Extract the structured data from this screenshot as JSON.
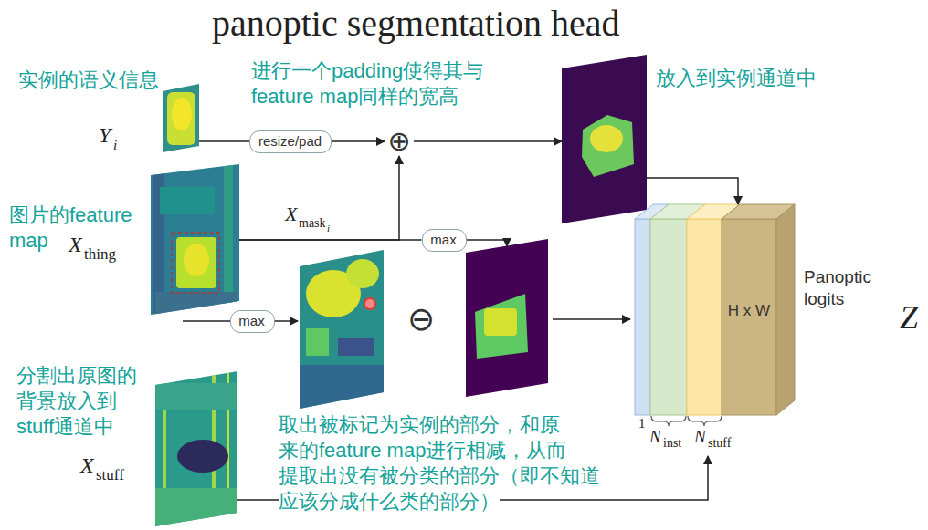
{
  "diagram": {
    "title": "panoptic segmentation head",
    "nodes": [
      {
        "text": [
          "实例的语义信息",
          "Y",
          "i"
        ]
      },
      {
        "text": [
          "resize/pad"
        ]
      },
      {
        "text": [
          "⊕"
        ]
      },
      {
        "text": [
          "放入到实例通道中"
        ]
      },
      {
        "text": [
          "图片的feature map",
          "X",
          "thing"
        ]
      },
      {
        "text": [
          "max"
        ]
      },
      {
        "text": [
          "max"
        ]
      },
      {
        "text": [
          "H x W",
          "Panoptic logits",
          "Z"
        ]
      },
      {
        "text": [
          "分割出原图的 背景放入到 stuff通道中",
          "X",
          "stuff"
        ]
      }
    ],
    "edges": [
      {
        "from": 0,
        "to": 1,
        "arrow": "none"
      },
      {
        "from": 1,
        "to": 2,
        "arrow": "to"
      },
      {
        "from": 2,
        "to": 3,
        "arrow": "to"
      },
      {
        "from": 3,
        "to": 7,
        "arrow": "to"
      },
      {
        "from": 4,
        "to": 2,
        "arrow": "to"
      },
      {
        "from": 4,
        "to": 5,
        "arrow": "none"
      },
      {
        "from": 8,
        "to": 7,
        "arrow": "to"
      }
    ],
    "labels": [
      "进行一个padding使得其与 feature map同样的宽高",
      "X",
      "mask",
      "i",
      "⊖",
      "取出被标记为实例的部分，和原 来的feature map进行相减，从而 提取出没有被分类的部分（即不知道 应该分成什么类的部分）",
      "1",
      "N",
      "inst",
      "N",
      "stuff"
    ]
  }
}
